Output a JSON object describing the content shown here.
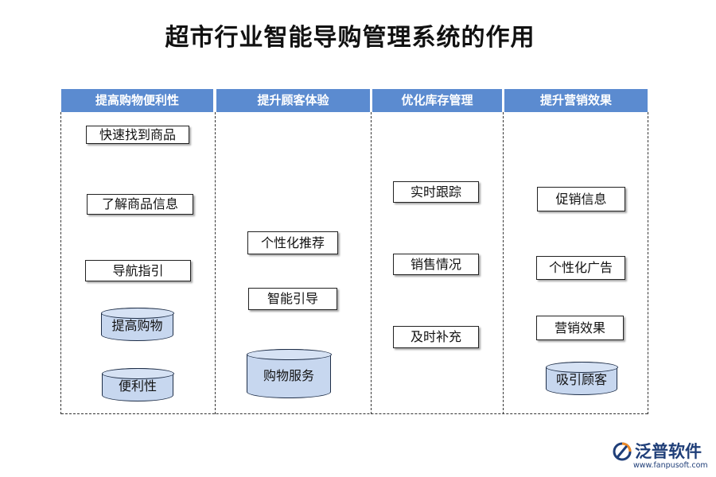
{
  "title": "超市行业智能导购管理系统的作用",
  "columns": [
    {
      "header": "提高购物便利性",
      "boxes": [
        "快速找到商品",
        "了解商品信息",
        "导航指引"
      ],
      "cylinders": [
        "提高购物",
        "便利性"
      ]
    },
    {
      "header": "提升顾客体验",
      "boxes": [
        "个性化推荐",
        "智能引导"
      ],
      "cylinders": [
        "购物服务"
      ]
    },
    {
      "header": "优化库存管理",
      "boxes": [
        "实时跟踪",
        "销售情况",
        "及时补充"
      ],
      "cylinders": []
    },
    {
      "header": "提升营销效果",
      "boxes": [
        "促销信息",
        "个性化广告",
        "营销效果"
      ],
      "cylinders": [
        "吸引顾客"
      ]
    }
  ],
  "logo": {
    "name": "泛普软件",
    "url": "www.fanpusoft.com"
  },
  "colors": {
    "header_bg": "#5B8BD0",
    "cylinder_fill": "#C7D7EF",
    "cylinder_border": "#1E2E48",
    "logo_blue": "#1F3E78",
    "logo_orange": "#F08A24"
  }
}
